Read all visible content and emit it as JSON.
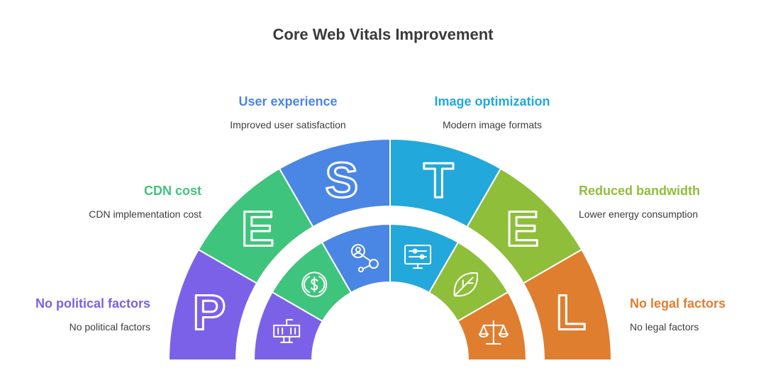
{
  "title": "Core Web Vitals Improvement",
  "segments": [
    {
      "letter": "P",
      "heading": "No political factors",
      "description": "No political factors",
      "color": "#7B61E8",
      "inner_color": "#7B61E8",
      "icon": "government-building-icon"
    },
    {
      "letter": "E",
      "heading": "CDN cost",
      "description": "CDN implementation cost",
      "color": "#3FC47D",
      "inner_color": "#3FC47D",
      "icon": "dollar-coin-icon"
    },
    {
      "letter": "S",
      "heading": "User experience",
      "description": "Improved user satisfaction",
      "color": "#4A86E4",
      "inner_color": "#4A86E4",
      "icon": "user-network-icon"
    },
    {
      "letter": "T",
      "heading": "Image optimization",
      "description": "Modern image formats",
      "color": "#22A8DB",
      "inner_color": "#22A8DB",
      "icon": "monitor-settings-icon"
    },
    {
      "letter": "E",
      "heading": "Reduced bandwidth",
      "description": "Lower energy consumption",
      "color": "#8FBE3A",
      "inner_color": "#8FBE3A",
      "icon": "leaf-icon"
    },
    {
      "letter": "L",
      "heading": "No legal factors",
      "description": "No legal factors",
      "color": "#E07E2F",
      "inner_color": "#E07E2F",
      "icon": "scales-icon"
    }
  ],
  "heading_colors": [
    "#7B61E8",
    "#3FC47D",
    "#4A86E4",
    "#22A8DB",
    "#8FBE3A",
    "#E07E2F"
  ]
}
